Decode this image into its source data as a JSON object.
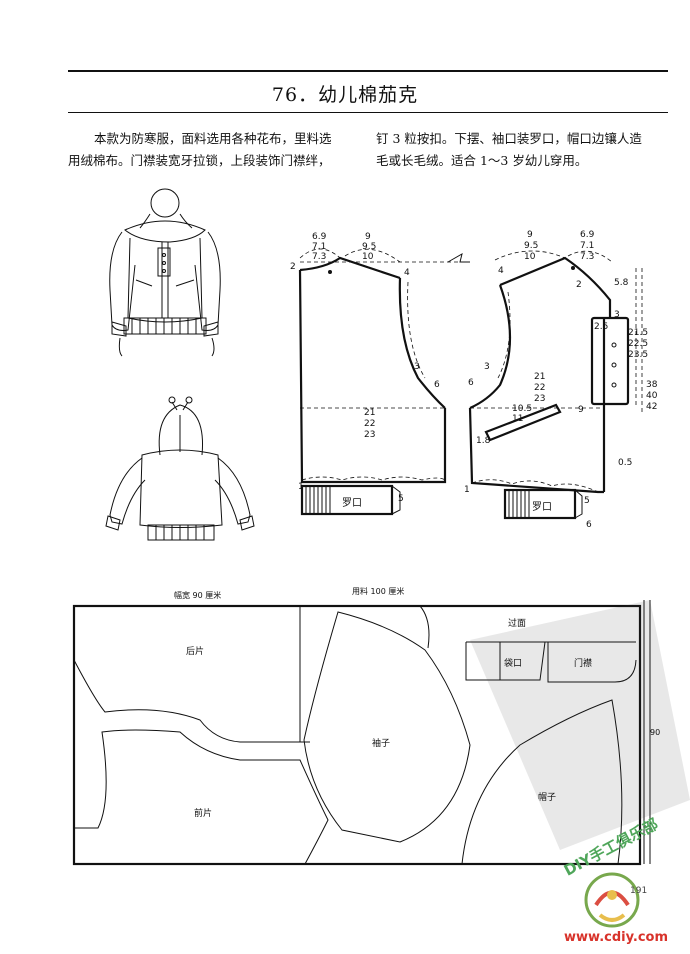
{
  "header": {
    "title": "76．幼儿棉茄克"
  },
  "description": {
    "col1_line1": "本款为防寒服，面料选用各种花布，里料选",
    "col1_line2": "用绒棉布。门襟装宽牙拉锁，上段装饰门襟绊，",
    "col2_line1": "钉 3 粒按扣。下摆、袖口装罗口，帽口边镶人造",
    "col2_line2": "毛或长毛绒。适合 1～3 岁幼儿穿用。"
  },
  "pattern": {
    "back_neck": [
      "6.9",
      "7.1",
      "7.3"
    ],
    "back_shoulder": [
      "9",
      "9.5",
      "10"
    ],
    "front_shoulder": [
      "9",
      "9.5",
      "10"
    ],
    "front_neck": [
      "6.9",
      "7.1",
      "7.3"
    ],
    "chest_back": [
      "21",
      "22",
      "23"
    ],
    "chest_front": [
      "21",
      "22",
      "23"
    ],
    "placket_length": [
      "21.5",
      "22.5",
      "23.5"
    ],
    "body_length": [
      "38",
      "40",
      "42"
    ],
    "pocket_size": [
      "10.5",
      "11"
    ],
    "back_left_mark": "2",
    "shoulder_drop": "4",
    "armhole_depth": "3",
    "side_back": "6",
    "side_front": "6",
    "neck_drop_front": "2",
    "front_neck_depth": "5.8",
    "placket_top": "2.5",
    "placket_right": "3",
    "pocket_side": "9",
    "pocket_angle": "1.8",
    "hem_front_offset": "0.5",
    "hem_front_bottom": "6",
    "rib_back_label": "罗口",
    "rib_front_label": "罗口",
    "rib_height_back": "5",
    "rib_height_front": "5",
    "hem_mark_back": "1",
    "hem_mark_front": "1"
  },
  "layout_diagram": {
    "width_label": "幅宽 90 厘米",
    "length_label": "用料 100 厘米",
    "height_label": "90",
    "pieces": {
      "back": "后片",
      "front": "前片",
      "sleeve": "袖子",
      "hood": "帽子",
      "facing": "过面",
      "pocket": "袋口",
      "placket": "门襟"
    }
  },
  "watermark": {
    "club_text": "DIY手工俱乐部",
    "site_text": "www.cdiy.com",
    "page_number": "191"
  }
}
